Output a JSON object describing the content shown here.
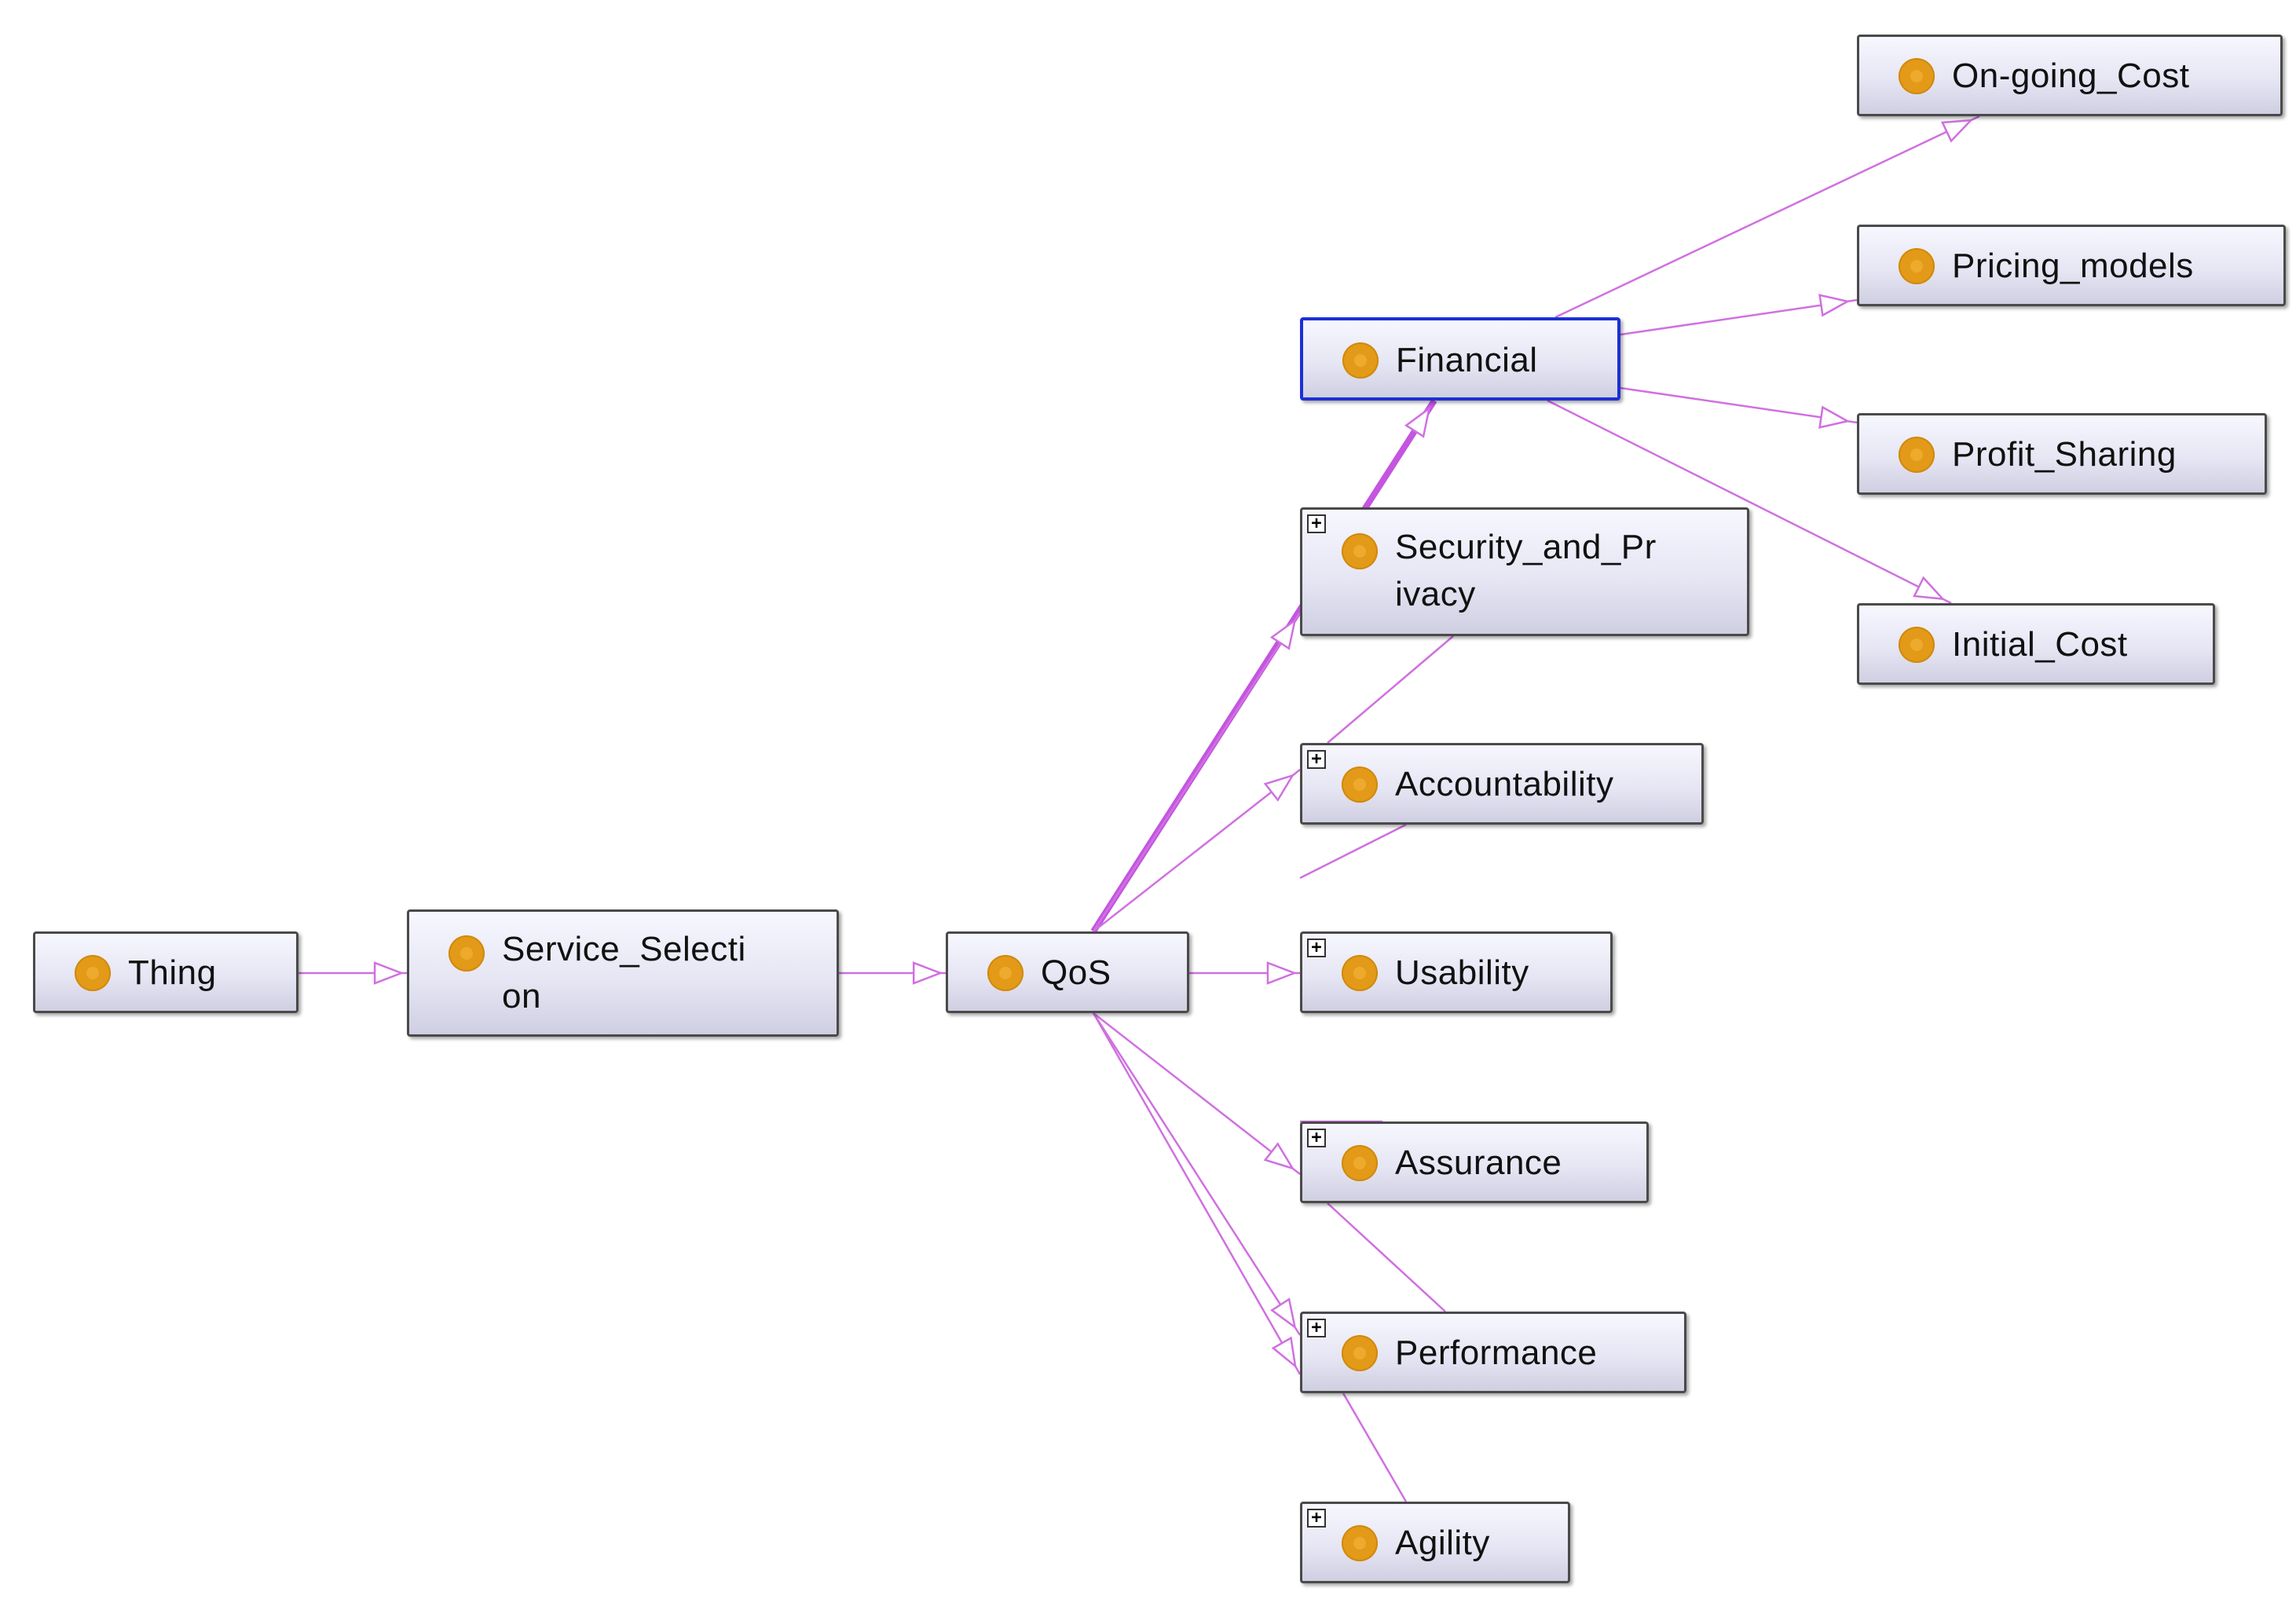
{
  "diagram": {
    "nodes": [
      {
        "id": "thing",
        "label": "Thing",
        "expandable": false,
        "selected": false
      },
      {
        "id": "service_selection",
        "label": "Service_Selecti\non",
        "expandable": false,
        "selected": false
      },
      {
        "id": "qos",
        "label": "QoS",
        "expandable": false,
        "selected": false
      },
      {
        "id": "financial",
        "label": "Financial",
        "expandable": false,
        "selected": true
      },
      {
        "id": "security_and_privacy",
        "label": "Security_and_Pr\nivacy",
        "expandable": true,
        "selected": false
      },
      {
        "id": "accountability",
        "label": "Accountability",
        "expandable": true,
        "selected": false
      },
      {
        "id": "usability",
        "label": "Usability",
        "expandable": true,
        "selected": false
      },
      {
        "id": "assurance",
        "label": "Assurance",
        "expandable": true,
        "selected": false
      },
      {
        "id": "performance",
        "label": "Performance",
        "expandable": true,
        "selected": false
      },
      {
        "id": "agility",
        "label": "Agility",
        "expandable": true,
        "selected": false
      },
      {
        "id": "on_going_cost",
        "label": "On-going_Cost",
        "expandable": false,
        "selected": false
      },
      {
        "id": "pricing_models",
        "label": "Pricing_models",
        "expandable": false,
        "selected": false
      },
      {
        "id": "profit_sharing",
        "label": "Profit_Sharing",
        "expandable": false,
        "selected": false
      },
      {
        "id": "initial_cost",
        "label": "Initial_Cost",
        "expandable": false,
        "selected": false
      }
    ],
    "edges": [
      {
        "from": "thing",
        "to": "service_selection"
      },
      {
        "from": "service_selection",
        "to": "qos"
      },
      {
        "from": "qos",
        "to": "financial",
        "highlighted": true
      },
      {
        "from": "qos",
        "to": "security_and_privacy"
      },
      {
        "from": "qos",
        "to": "accountability"
      },
      {
        "from": "qos",
        "to": "usability"
      },
      {
        "from": "qos",
        "to": "assurance"
      },
      {
        "from": "qos",
        "to": "performance"
      },
      {
        "from": "qos",
        "to": "agility"
      },
      {
        "from": "financial",
        "to": "on_going_cost"
      },
      {
        "from": "financial",
        "to": "pricing_models"
      },
      {
        "from": "financial",
        "to": "profit_sharing"
      },
      {
        "from": "financial",
        "to": "initial_cost"
      }
    ],
    "expand_symbol": "+",
    "colors": {
      "edge": "#d070e0",
      "edge_highlight": "#c455e0",
      "class_dot": "#e39a18",
      "selected_border": "#1c2fd6",
      "node_border": "#4a4a4a"
    },
    "icons": {
      "class": "class-dot-icon",
      "expand": "expand-plus-icon"
    }
  }
}
